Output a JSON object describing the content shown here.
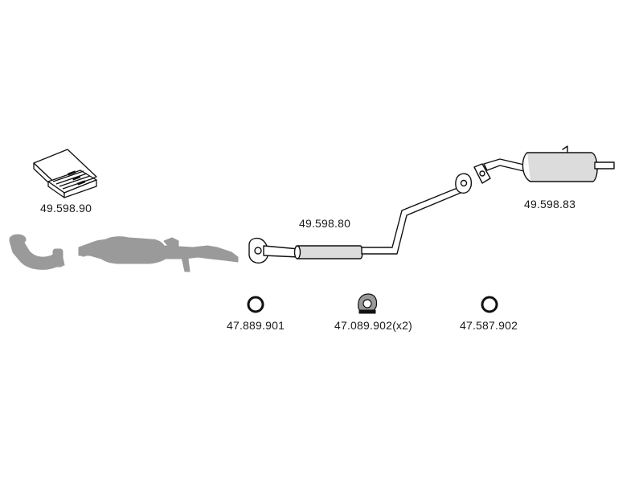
{
  "colors": {
    "outline": "#111111",
    "pipe_fill": "#ffffff",
    "muffler_fill": "#dcdcdc",
    "greyed_fill": "#9a9a9a",
    "text": "#1a1a1a"
  },
  "parts": [
    {
      "id": "fitting-kit",
      "part_number": "49.598.90",
      "icon": "box-of-fittings-icon"
    },
    {
      "id": "front-pipe-cat",
      "part_number": "",
      "icon": "greyed-catalyst-pipe-icon"
    },
    {
      "id": "centre-silencer",
      "part_number": "49.598.80",
      "icon": "centre-silencer-icon"
    },
    {
      "id": "rear-silencer",
      "part_number": "49.598.83",
      "icon": "rear-silencer-icon"
    },
    {
      "id": "seal-ring-front",
      "part_number": "47.889.901",
      "icon": "seal-ring-icon"
    },
    {
      "id": "rubber-mount",
      "part_number": "47.089.902(x2)",
      "icon": "rubber-mount-icon"
    },
    {
      "id": "seal-ring-rear",
      "part_number": "47.587.902",
      "icon": "seal-ring-icon"
    }
  ]
}
